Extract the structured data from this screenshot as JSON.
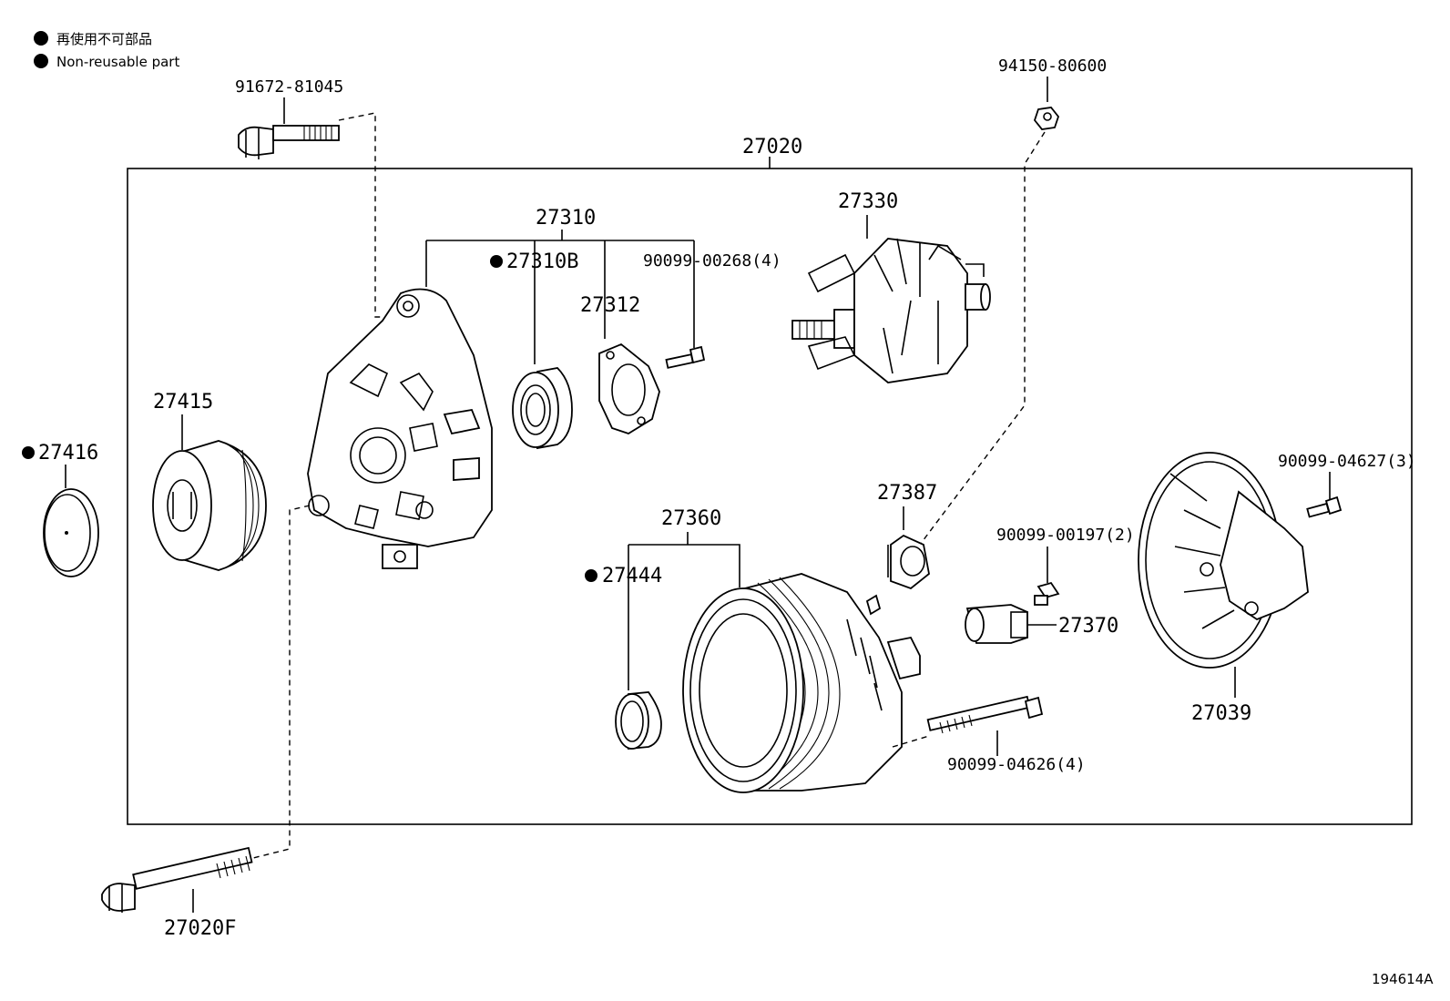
{
  "legend": {
    "line1": "再使用不可部品",
    "line2": "Non-reusable part"
  },
  "figure_id": "194614A",
  "parts": {
    "p27020": "27020",
    "p27310": "27310",
    "p27310B": "27310B",
    "p90099_00268": "90099-00268(4)",
    "p27312": "27312",
    "p27330": "27330",
    "p27415": "27415",
    "p27416": "27416",
    "p27360": "27360",
    "p27444": "27444",
    "p27387": "27387",
    "p90099_00197": "90099-00197(2)",
    "p27370": "27370",
    "p90099_04627": "90099-04627(3)",
    "p27039": "27039",
    "p90099_04626": "90099-04626(4)",
    "p27020F": "27020F",
    "p91672_81045": "91672-81045",
    "p94150_80600": "94150-80600"
  }
}
